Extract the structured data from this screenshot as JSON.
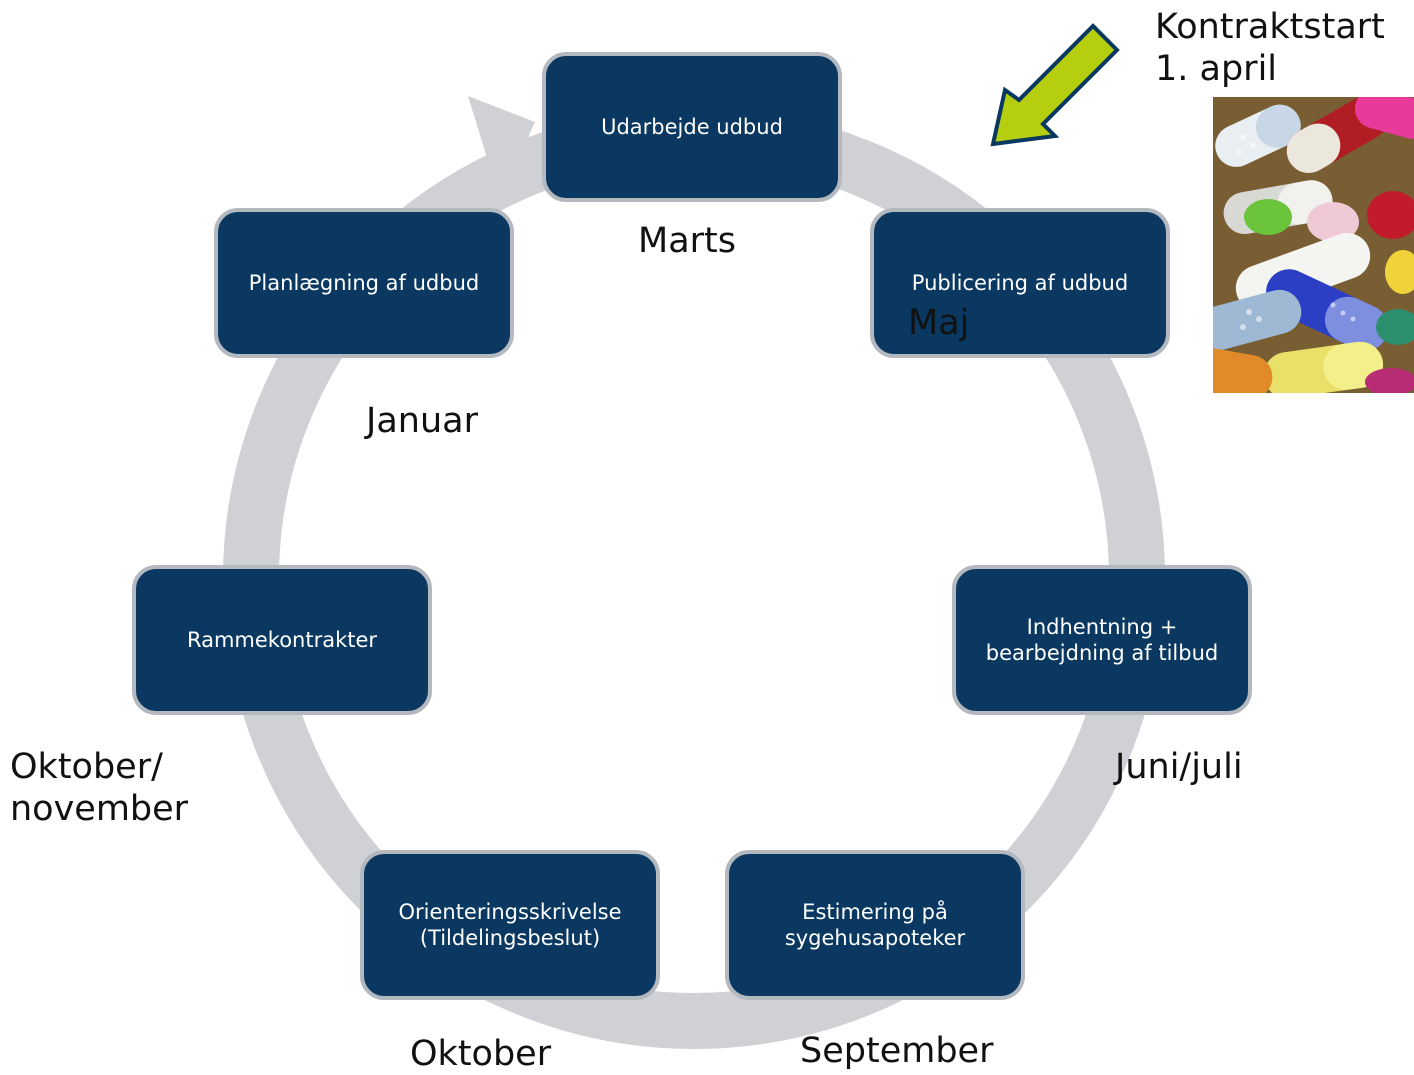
{
  "steps": [
    {
      "id": "udarbejde",
      "label": "Udarbejde udbud"
    },
    {
      "id": "publicering",
      "label": "Publicering af udbud"
    },
    {
      "id": "indhentning",
      "label": "Indhentning +\nbearbejdning af tilbud"
    },
    {
      "id": "estimering",
      "label": "Estimering på\nsygehusapoteker"
    },
    {
      "id": "orientering",
      "label": "Orienteringsskrivelse\n(Tildelingsbeslut)"
    },
    {
      "id": "rammekontrakter",
      "label": "Rammekontrakter"
    },
    {
      "id": "planlaegning",
      "label": "Planlægning af udbud"
    }
  ],
  "months": {
    "marts": "Marts",
    "maj": "Maj",
    "juni_juli": "Juni/juli",
    "september": "September",
    "oktober": "Oktober",
    "oktober_november": "Oktober/\nnovember",
    "januar": "Januar"
  },
  "callout": {
    "text": "Kontraktstart\n1. april",
    "arrow_color": "#b5cf0f",
    "arrow_outline": "#0a3861"
  },
  "colors": {
    "box_fill": "#0a3861",
    "box_border": "#b4b9c0",
    "ring": "#cfd1d5"
  },
  "image": {
    "name": "medicine-pills-photo"
  }
}
